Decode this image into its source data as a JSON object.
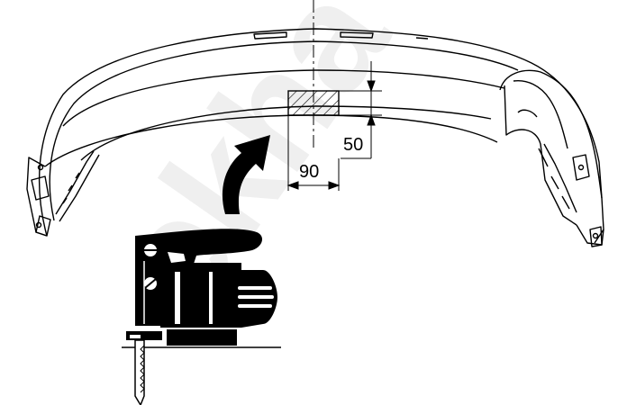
{
  "watermark": {
    "text": "ekha",
    "color": "#e8e8e8"
  },
  "dimensions": {
    "width_label": "90",
    "height_label": "50"
  },
  "colors": {
    "line": "#000000",
    "tool": "#000000",
    "background": "#ffffff"
  },
  "parts": {
    "bumper": "rear-bumper",
    "cutout": "hatched-cutout-area",
    "tool": "jigsaw",
    "arrow": "curved-arrow"
  }
}
